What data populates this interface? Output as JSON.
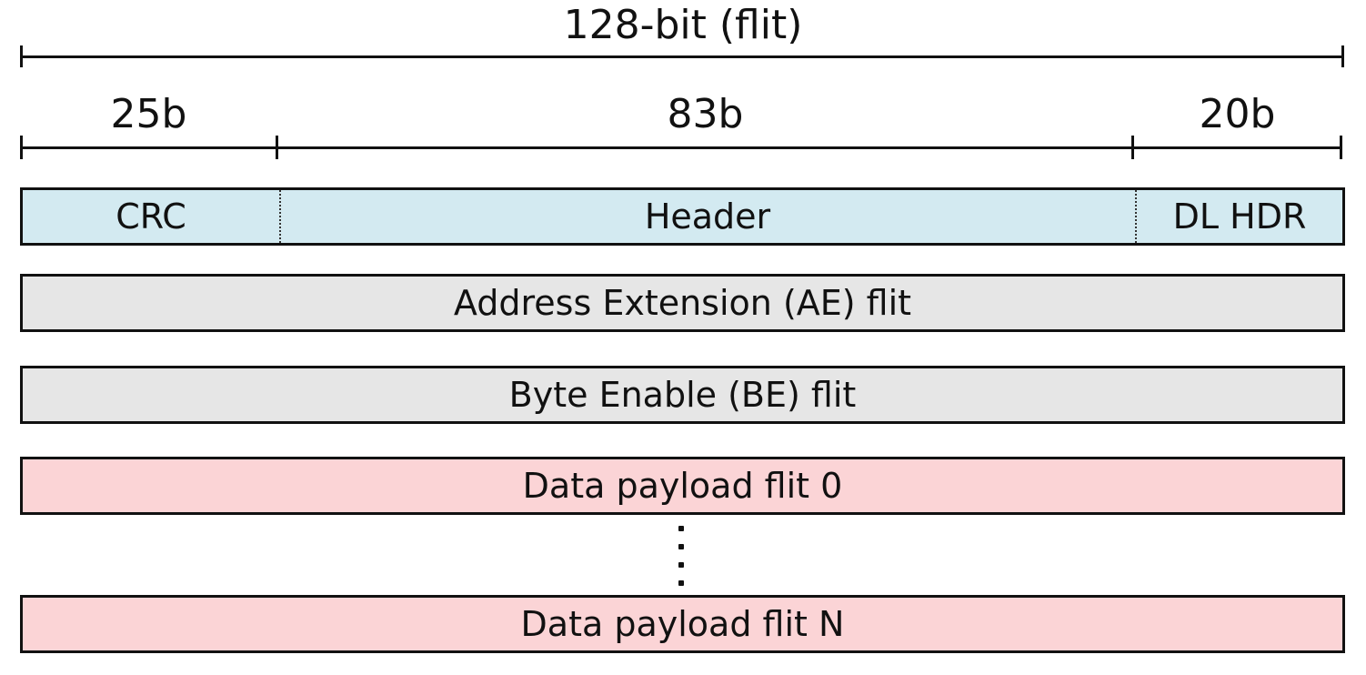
{
  "diagram": {
    "title": "128-bit (flit)",
    "widths": {
      "crc": "25b",
      "header": "83b",
      "dl_hdr": "20b"
    },
    "header_flit": {
      "crc": "CRC",
      "header": "Header",
      "dl_hdr": "DL HDR"
    },
    "flits": {
      "ae": "Address Extension (AE) flit",
      "be": "Byte Enable (BE) flit",
      "data_0": "Data payload flit 0",
      "data_n": "Data payload flit N"
    },
    "colors": {
      "header_flit": "#d3eaf1",
      "extension_flit": "#e6e6e6",
      "data_flit": "#fbd4d6"
    }
  }
}
